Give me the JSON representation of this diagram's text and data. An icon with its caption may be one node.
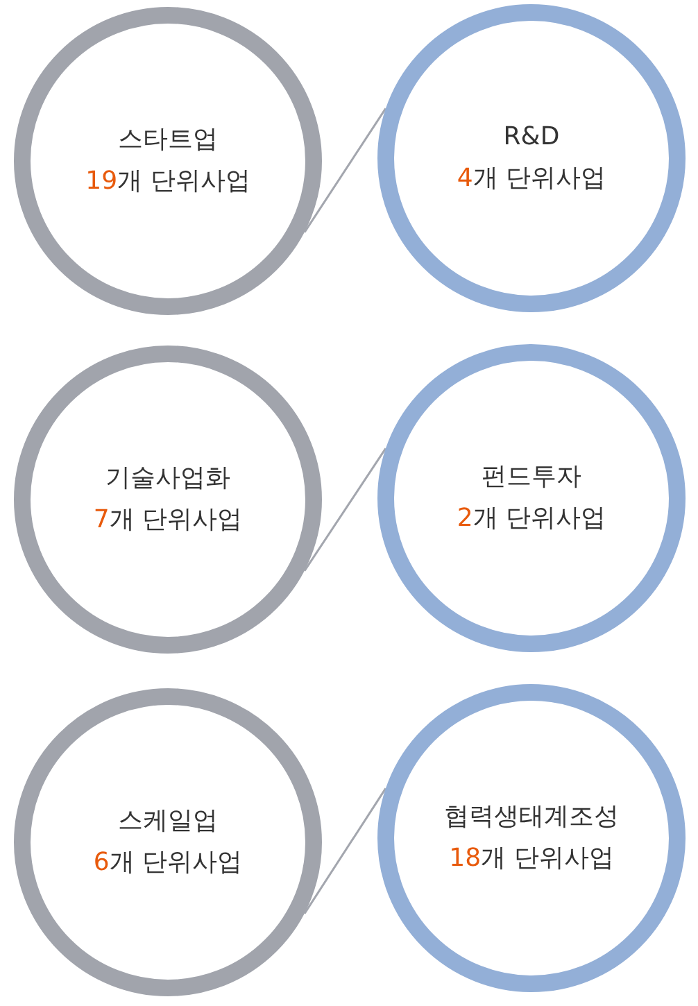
{
  "diagram": {
    "nodes": [
      {
        "text": [
          "스타트업",
          "19개 단위사업"
        ]
      },
      {
        "text": [
          "R&D",
          "4개 단위사업"
        ]
      },
      {
        "text": [
          "기술사업화",
          "7개 단위사업"
        ]
      },
      {
        "text": [
          "펀드투자",
          "2개 단위사업"
        ]
      },
      {
        "text": [
          "스케일업",
          "6개 단위사업"
        ]
      },
      {
        "text": [
          "협력생태계조성",
          "18개 단위사업"
        ]
      }
    ],
    "edges": [
      {
        "from": 0,
        "to": 1,
        "arrow": "none"
      },
      {
        "from": 2,
        "to": 3,
        "arrow": "none"
      },
      {
        "from": 4,
        "to": 5,
        "arrow": "none"
      }
    ]
  }
}
